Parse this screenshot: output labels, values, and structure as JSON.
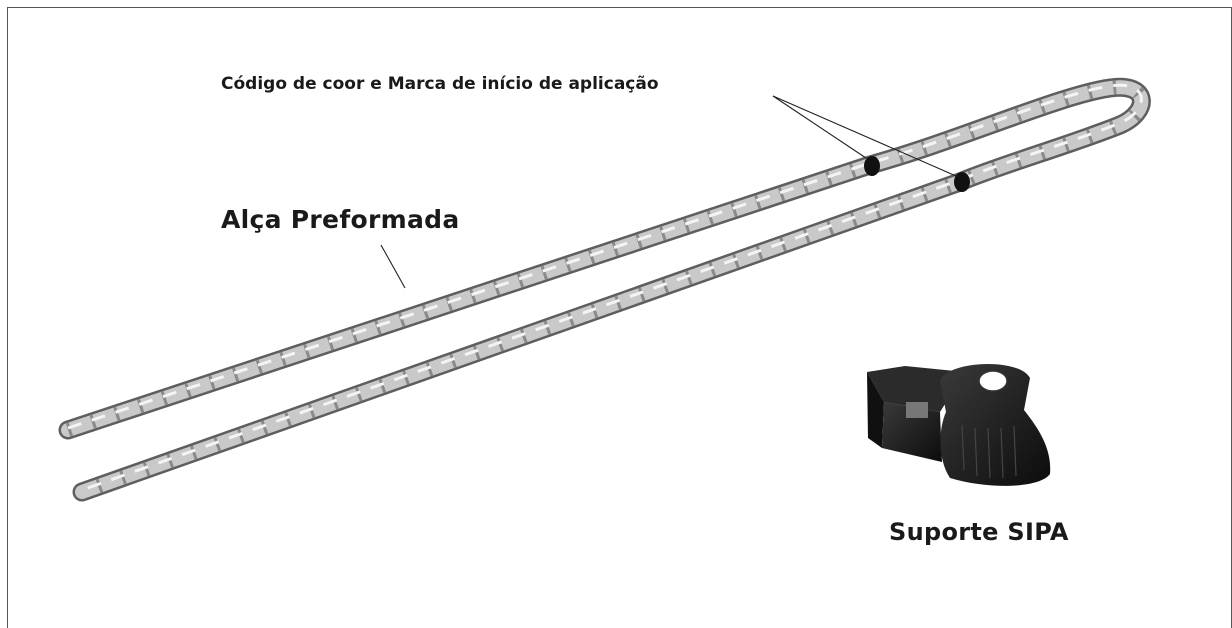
{
  "labels": {
    "marker": "Código de coor e Marca de início de aplicação",
    "helical_grip": "Alça Preformada",
    "bracket": "Suporte SIPA"
  },
  "colors": {
    "background": "#ffffff",
    "text": "#1a1a1a",
    "frame": "#555555",
    "rod_light": "#e6e6e6",
    "rod_mid": "#a9a9a9",
    "rod_dark": "#6b6b6b",
    "marker": "#111111",
    "bracket": "#1c1c1c"
  }
}
